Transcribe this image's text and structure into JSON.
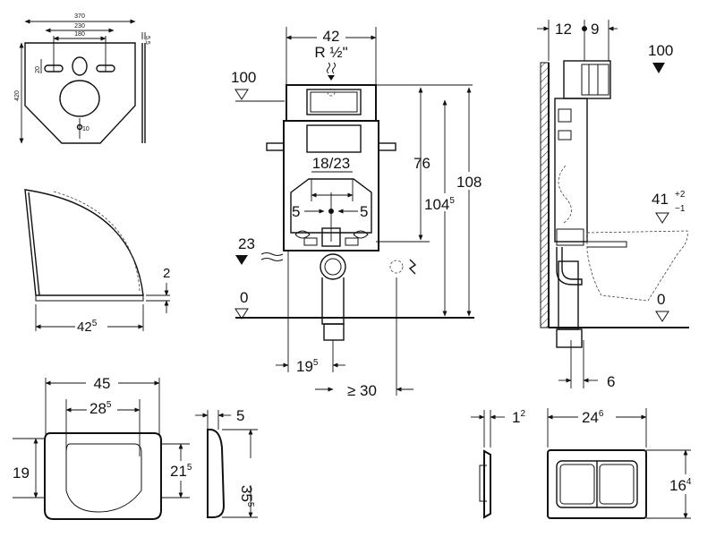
{
  "mounting_plate": {
    "width": "370",
    "inner_width": "230",
    "hole_spacing": "180",
    "height": "420",
    "slot_height": "20",
    "bottom_hole": "10",
    "thickness": "5,5"
  },
  "side_cover": {
    "thickness": "2",
    "depth_base": "42",
    "depth_sup": "5"
  },
  "front_view": {
    "frame_width": "42",
    "thread_label": "R ½\"",
    "level_top": "100",
    "level_23": "23",
    "level_zero": "0",
    "drain_spacing": "18/23",
    "offset_left": "5",
    "offset_right": "5",
    "height_76": "76",
    "height_104_base": "104",
    "height_104_sup": "5",
    "height_108": "108",
    "bottom_offset_base": "19",
    "bottom_offset_sup": "5",
    "min_distance": "≥ 30"
  },
  "side_view": {
    "dim_12": "12",
    "dim_9": "9",
    "level_top": "100",
    "bowl_height": "41",
    "tolerance_plus": "+2",
    "tolerance_minus": "−1",
    "level_zero": "0",
    "wall_gap": "6"
  },
  "seat": {
    "width": "45",
    "inner_base": "28",
    "inner_sup": "5",
    "height_left": "19",
    "height_right_base": "21",
    "height_right_sup": "5"
  },
  "seat_side": {
    "thickness": "5",
    "length_base": "35",
    "length_sup": "5"
  },
  "flush_plate": {
    "thickness_base": "1",
    "thickness_sup": "2",
    "width_base": "24",
    "width_sup": "6",
    "height_base": "16",
    "height_sup": "4"
  }
}
